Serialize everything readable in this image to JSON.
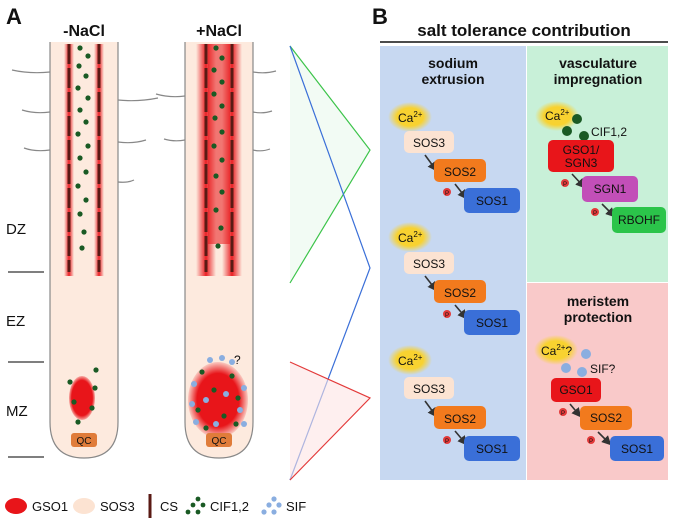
{
  "panel_a": {
    "letter": "A",
    "cond_minus": "-NaCl",
    "cond_plus": "+NaCl",
    "zones": {
      "dz": "DZ",
      "ez": "EZ",
      "mz": "MZ"
    },
    "qc": "QC",
    "question": "?"
  },
  "panel_b": {
    "letter": "B",
    "title": "salt tolerance contribution",
    "sodium": {
      "heading_l1": "sodium",
      "heading_l2": "extrusion",
      "ca": "Ca",
      "ca_sup": "2+",
      "sos3": "SOS3",
      "sos2": "SOS2",
      "sos1": "SOS1",
      "p": "P"
    },
    "vasculature": {
      "heading_l1": "vasculature",
      "heading_l2": "impregnation",
      "ca": "Ca",
      "ca_sup": "2+",
      "cif": "CIF1,2",
      "gso1_l1": "GSO1/",
      "gso1_l2": "SGN3",
      "sgn1": "SGN1",
      "rbohf": "RBOHF",
      "p": "P"
    },
    "meristem": {
      "heading_l1": "meristem",
      "heading_l2": "protection",
      "ca": "Ca",
      "ca_sup": "2+",
      "ca_q": "?",
      "sif": "SIF?",
      "gso1": "GSO1",
      "sos2": "SOS2",
      "sos1": "SOS1",
      "p": "P"
    }
  },
  "legend": {
    "gso1": "GSO1",
    "sos3": "SOS3",
    "cs": "CS",
    "cif": "CIF1,2",
    "sif": "SIF"
  },
  "colors": {
    "gso1_red": "#e8151a",
    "sos3_peach": "#fce3d2",
    "sos2_orange": "#f27a1d",
    "sos1_blue": "#3a6fd8",
    "sgn1_purple": "#c24fb8",
    "rbohf_green": "#2bc44a",
    "cif_green": "#1a5a24",
    "sif_blue": "#8aaee0",
    "ca_yellow": "#f8d230",
    "p_red": "#e33a3a",
    "bg_blue": "#c7d8f1",
    "bg_green": "#c8f0d8",
    "bg_pink": "#f9c9c9",
    "root_fill": "#fdeade",
    "cs_brown": "#5a1a14"
  }
}
